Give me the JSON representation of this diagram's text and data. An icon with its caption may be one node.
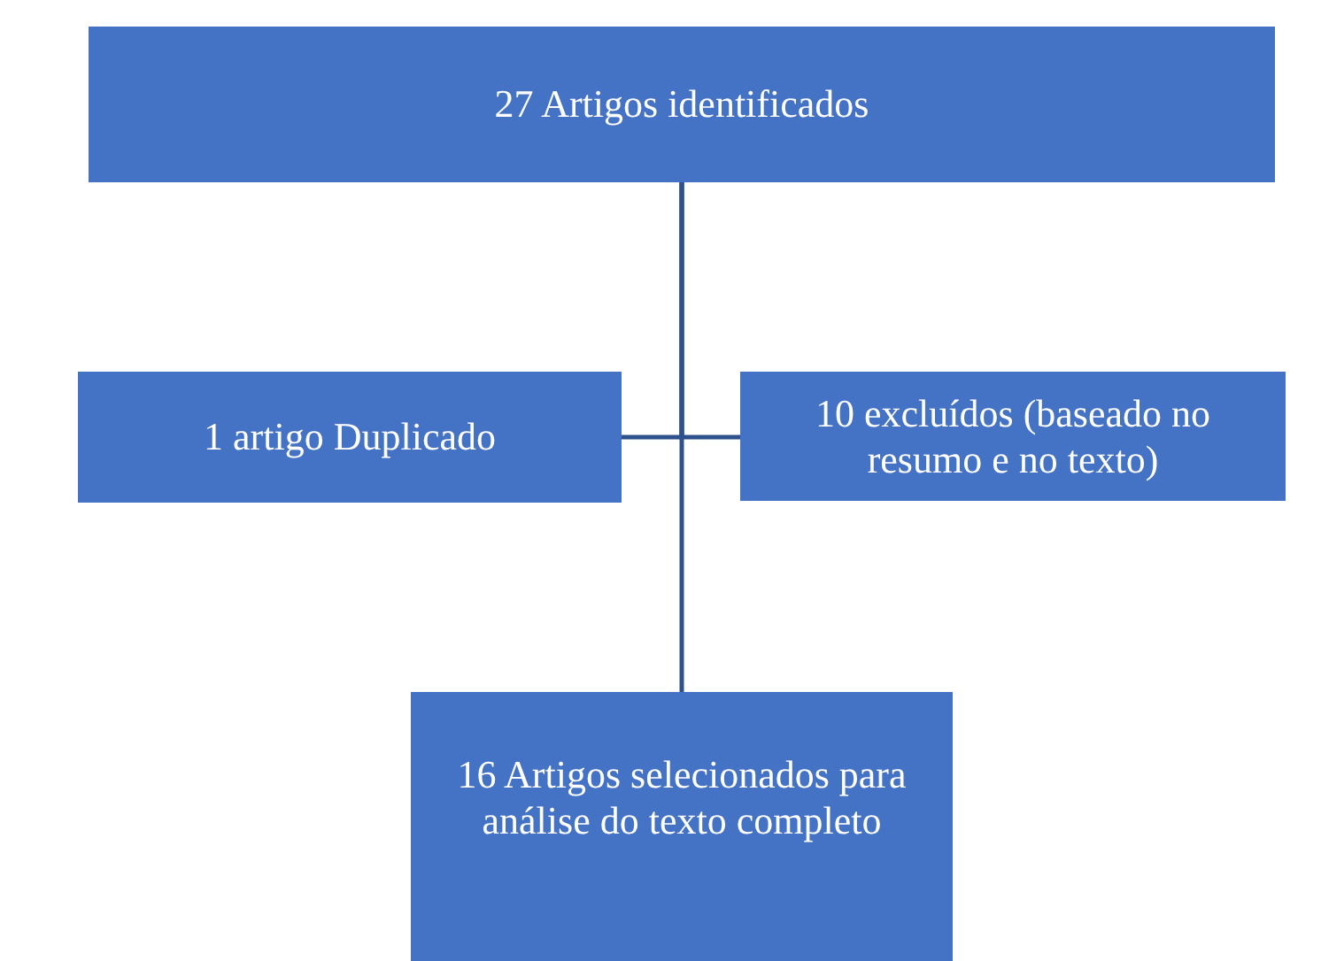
{
  "diagram": {
    "nodes": [
      {
        "text": [
          "27 Artigos identificados"
        ]
      },
      {
        "text": [
          "1 artigo Duplicado"
        ]
      },
      {
        "text": [
          "10 excluídos (baseado no resumo e no texto)"
        ]
      },
      {
        "text": [
          "16 Artigos selecionados para análise do texto completo"
        ]
      }
    ],
    "edges": [
      {
        "from": 0,
        "to": 1,
        "arrow": "none"
      },
      {
        "from": 0,
        "to": 2,
        "arrow": "none"
      },
      {
        "from": 0,
        "to": 3,
        "arrow": "none"
      }
    ]
  }
}
